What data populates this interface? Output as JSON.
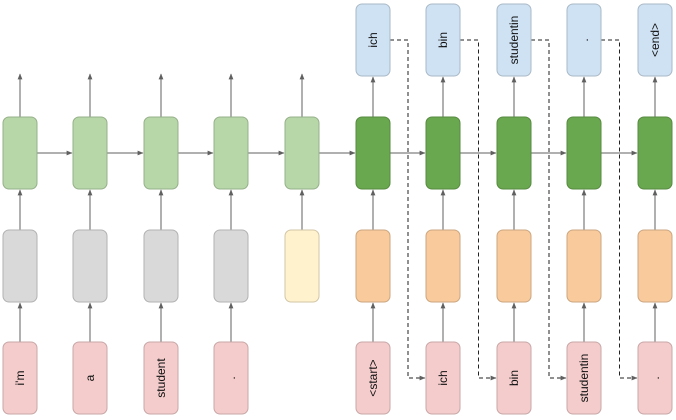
{
  "colors": {
    "encoder_state": "#b7d7a8",
    "decoder_state": "#6aa84f",
    "encoder_embedding": "#d9d9d9",
    "thought_vector": "#fff2cc",
    "decoder_embedding": "#f9cb9c",
    "input_token": "#f4cccc",
    "output_token": "#cfe2f3",
    "arrow": "#606060"
  },
  "encoder": {
    "inputs": [
      "i'm",
      "a",
      "student",
      ".",
      ""
    ]
  },
  "decoder": {
    "inputs": [
      "<start>",
      "ich",
      "bin",
      "studentin",
      "."
    ],
    "outputs": [
      "ich",
      "bin",
      "studentin",
      ".",
      "<end>"
    ]
  }
}
